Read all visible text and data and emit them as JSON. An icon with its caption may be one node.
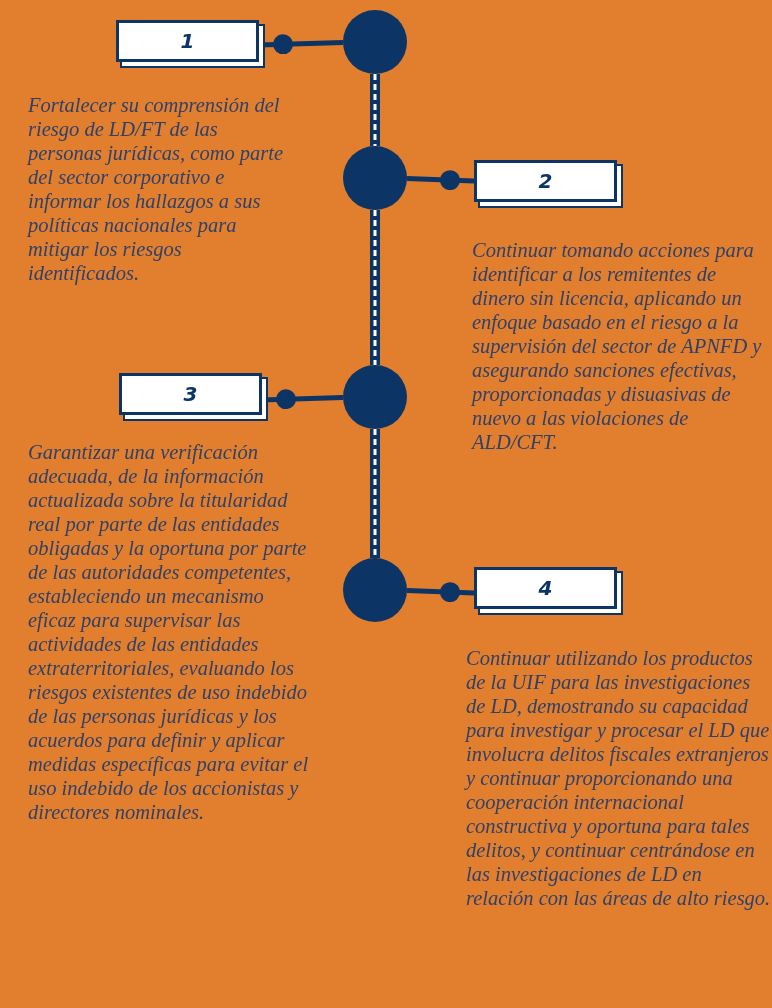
{
  "diagram": {
    "nodes": [
      {
        "text": [
          "1"
        ],
        "beside": [
          "Fortalecer su comprensión del riesgo de LD/FT de las personas jurídicas, como parte del sector corporativo e informar los hallazgos a sus políticas nacionales para mitigar los riesgos identificados."
        ]
      },
      {
        "text": [],
        "shape": "circle"
      },
      {
        "text": [],
        "shape": "circle"
      },
      {
        "text": [
          "2"
        ],
        "beside": [
          "Continuar tomando acciones para identificar a los remitentes de dinero sin licencia, aplicando un enfoque basado en el riesgo a la supervisión del sector de APNFD y asegurando sanciones efectivas, proporcionadas y disuasivas de nuevo a las violaciones de ALD/CFT."
        ]
      },
      {
        "text": [
          "3"
        ],
        "beside": [
          "Garantizar una verificación adecuada, de la información actualizada sobre la titularidad real por parte de las entidades obligadas y la oportuna por parte de las autoridades competentes, estableciendo un mecanismo eficaz para supervisar las actividades de las entidades extraterritoriales, evaluando los riesgos existentes de uso indebido de las personas jurídicas y los acuerdos para definir y aplicar medidas específicas para evitar el uso indebido de los accionistas y directores nominales."
        ]
      },
      {
        "text": [],
        "shape": "circle"
      },
      {
        "text": [],
        "shape": "circle"
      },
      {
        "text": [
          "4"
        ],
        "beside": [
          "Continuar utilizando los productos de la UIF para las investigaciones de LD, demostrando su capacidad para investigar y procesar el LD que involucra delitos fiscales extranjeros y continuar proporcionando una cooperación internacional constructiva y oportuna para tales delitos, y continuar centrándose en las investigaciones de LD en relación con las áreas de alto riesgo."
        ]
      }
    ],
    "edges": [
      {
        "from": 1,
        "to": 0,
        "arrow": "other"
      },
      {
        "from": 2,
        "to": 3,
        "arrow": "other"
      },
      {
        "from": 5,
        "to": 4,
        "arrow": "other"
      },
      {
        "from": 6,
        "to": 7,
        "arrow": "other"
      },
      {
        "from": 1,
        "to": 2,
        "arrow": "none",
        "style": "thick"
      },
      {
        "from": 2,
        "to": 5,
        "arrow": "none",
        "style": "thick"
      },
      {
        "from": 5,
        "to": 6,
        "arrow": "none",
        "style": "thick"
      }
    ]
  }
}
